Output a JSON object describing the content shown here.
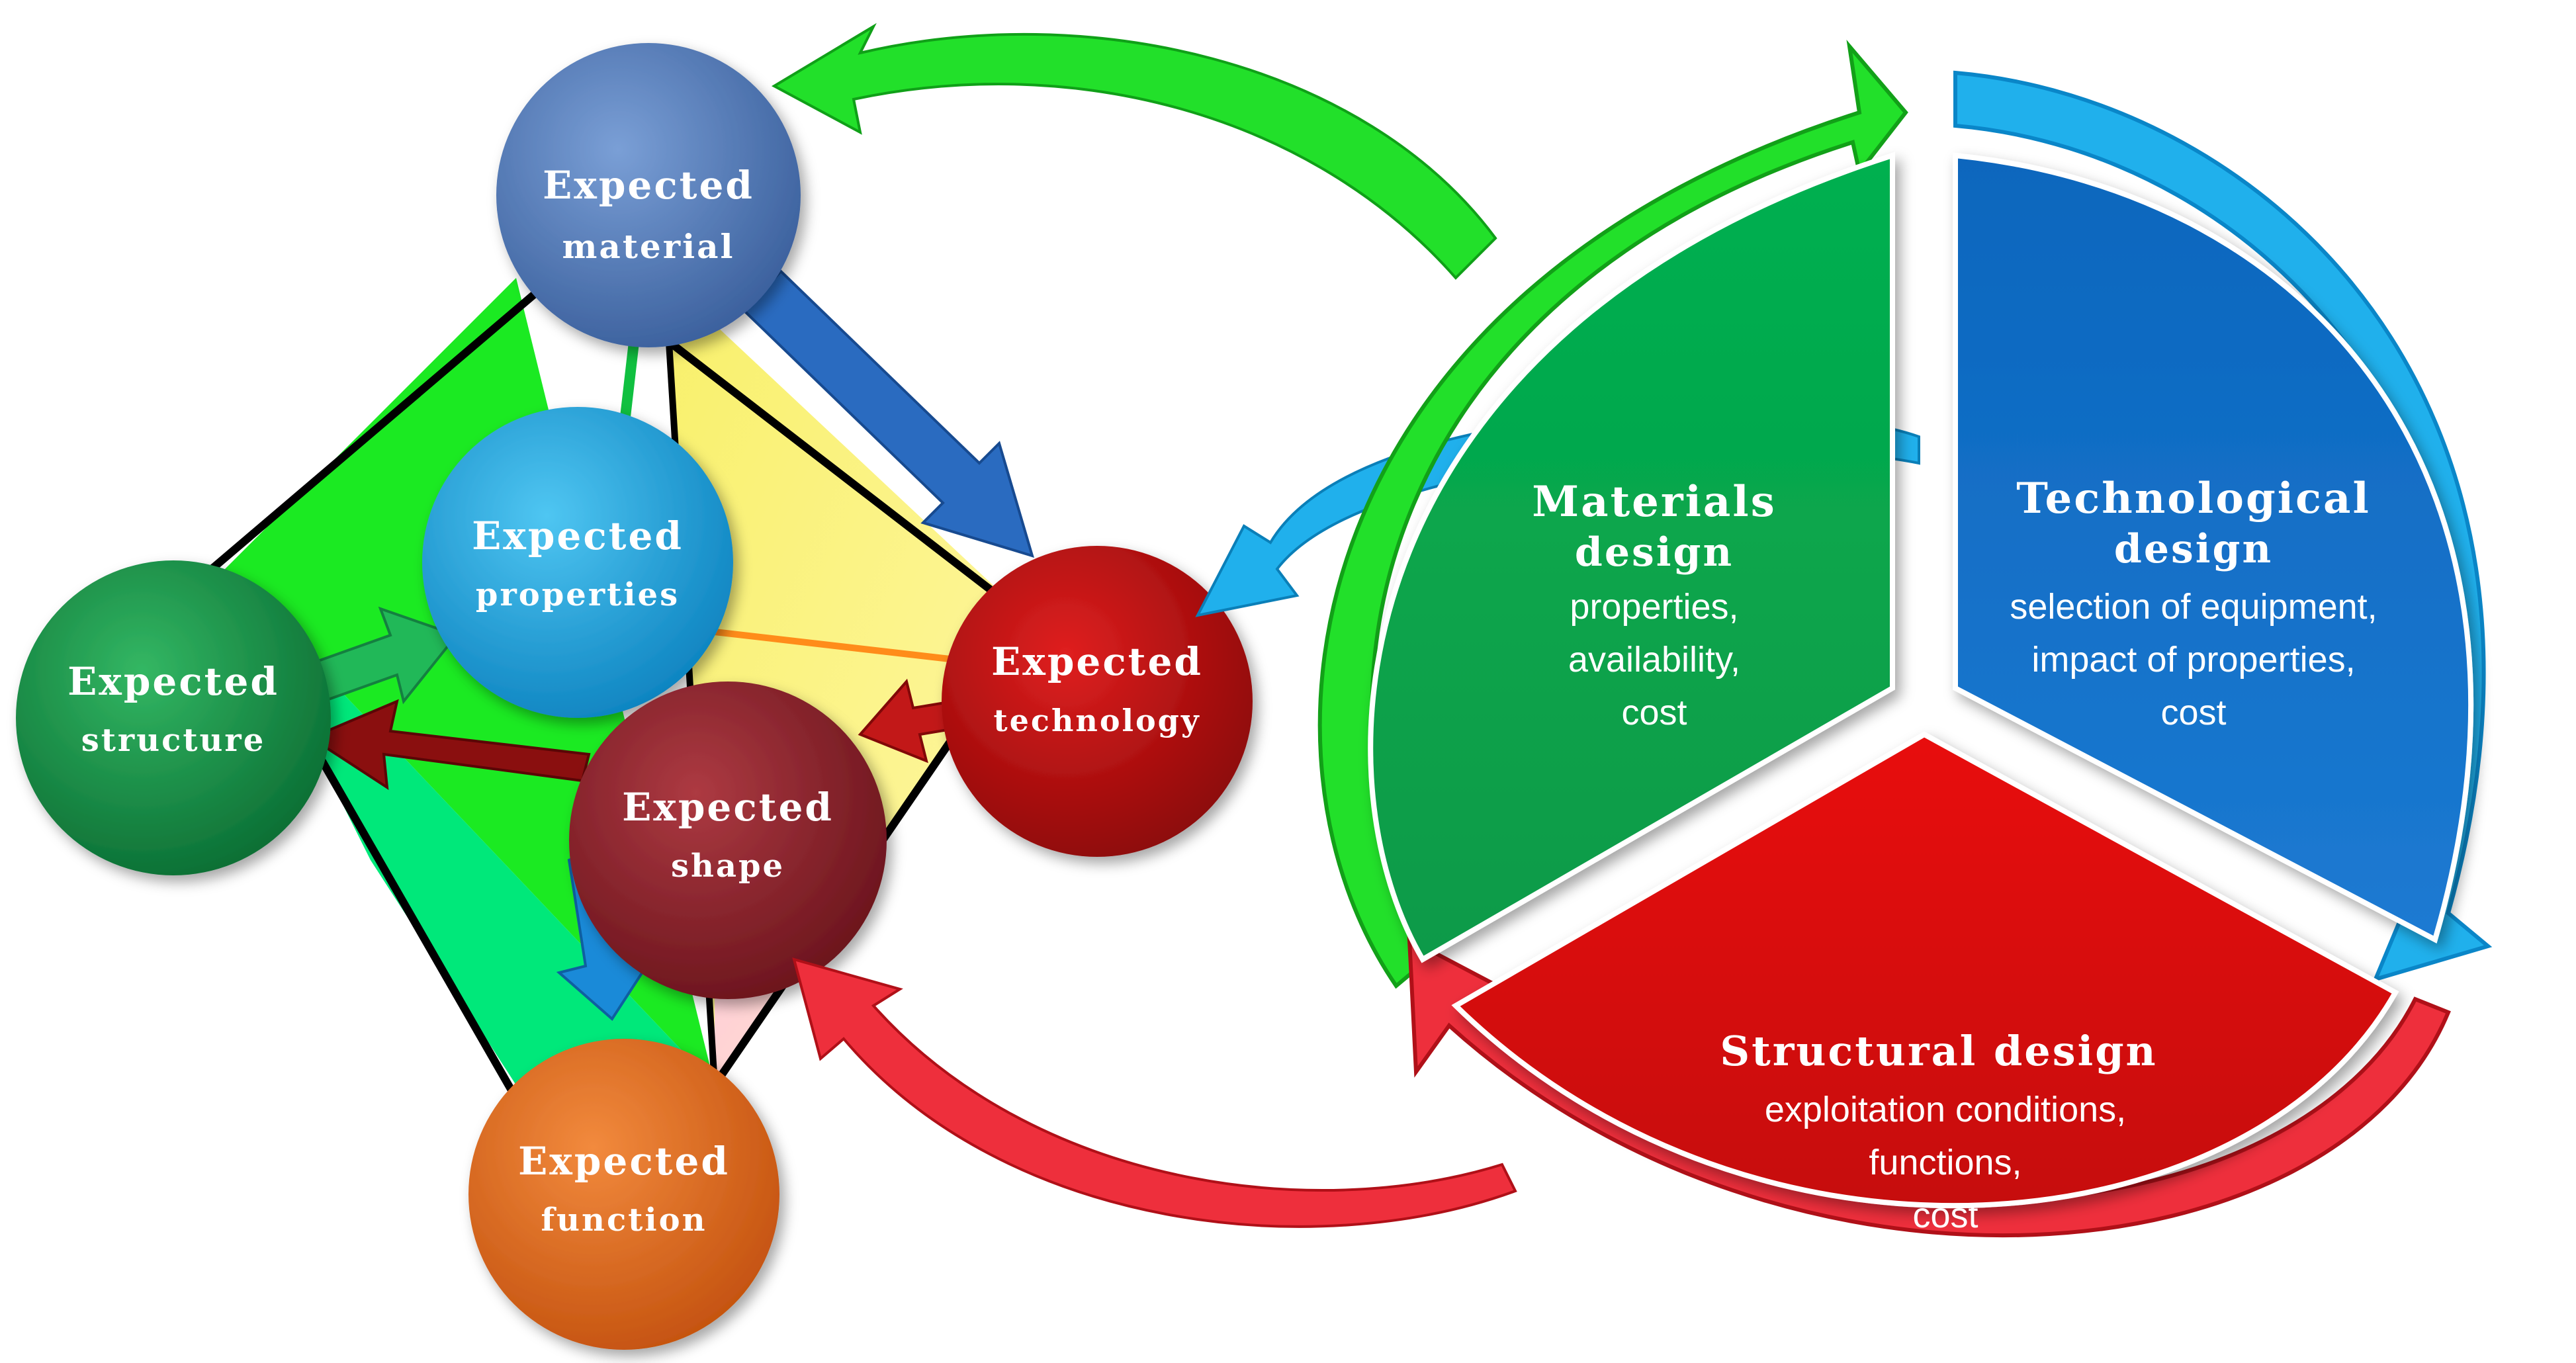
{
  "nodes": {
    "material": {
      "line1": "Expected",
      "line2": "material",
      "color": "#4a75b5"
    },
    "properties": {
      "line1": "Expected",
      "line2": "properties",
      "color": "#1aa0dc"
    },
    "structure": {
      "line1": "Expected",
      "line2": "structure",
      "color": "#17904a"
    },
    "technology": {
      "line1": "Expected",
      "line2": "technology",
      "color": "#b50f0f"
    },
    "shape": {
      "line1": "Expected",
      "line2": "shape",
      "color": "#85202a"
    },
    "function": {
      "line1": "Expected",
      "line2": "function",
      "color": "#d9651f"
    }
  },
  "sectors": {
    "materials": {
      "title1": "Materials",
      "title2": "design",
      "body": [
        "properties,",
        "availability,",
        "cost"
      ],
      "color": "#00a94f"
    },
    "technological": {
      "title1": "Technological",
      "title2": "design",
      "body": [
        "selection  of equipment,",
        "impact of properties,",
        "cost"
      ],
      "color": "#0b6bc2"
    },
    "structural": {
      "title1": "Structural design",
      "body": [
        "exploitation conditions,",
        "functions,",
        "cost"
      ],
      "color": "#dd0a0a"
    }
  },
  "cycle_arrow_colors": {
    "green": "#22e02a",
    "blue": "#20b0ec",
    "red": "#ee2f3c"
  }
}
